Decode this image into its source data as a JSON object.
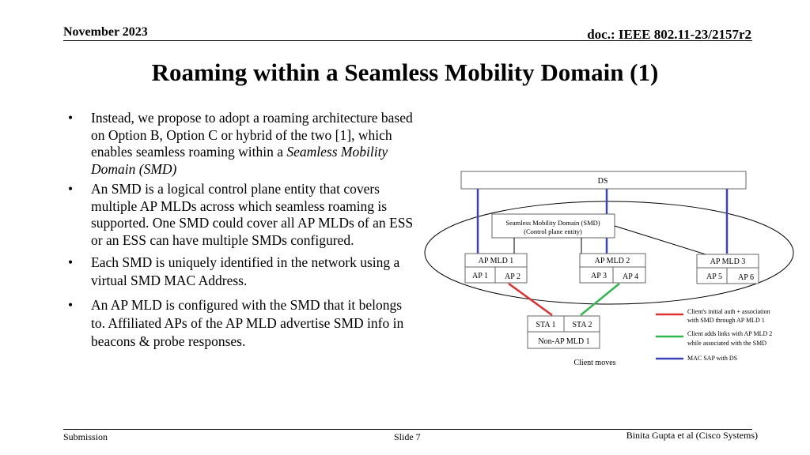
{
  "header": {
    "date": "November 2023",
    "doc": "doc.: IEEE 802.11-23/2157r2"
  },
  "title": "Roaming within a Seamless Mobility Domain (1)",
  "bullets": [
    {
      "text_before": "Instead, we propose to adopt a roaming architecture based on Option B, Option C or hybrid of the two [1], which enables seamless roaming within a ",
      "text_italic": "Seamless Mobility Domain (SMD)"
    },
    {
      "text": "An SMD is a logical control plane entity that covers multiple AP MLDs across which seamless roaming is supported. One SMD could cover all AP MLDs of an ESS or an ESS can have multiple SMDs configured."
    },
    {
      "text": "Each SMD is uniquely identified in the network using a virtual SMD MAC Address."
    },
    {
      "text": "An AP MLD is configured with the SMD that it belongs to. Affiliated APs of the AP MLD advertise SMD info in beacons & probe responses."
    }
  ],
  "diagram": {
    "ds_label": "DS",
    "smd_line1": "Seamless Mobility Domain (SMD)",
    "smd_line2": "(Control plane entity)",
    "ap_mlds": [
      {
        "name": "AP MLD 1",
        "ap_a": "AP 1",
        "ap_b": "AP 2"
      },
      {
        "name": "AP MLD 2",
        "ap_a": "AP 3",
        "ap_b": "AP 4"
      },
      {
        "name": "AP MLD 3",
        "ap_a": "AP 5",
        "ap_b": "AP 6"
      }
    ],
    "sta_a": "STA 1",
    "sta_b": "STA 2",
    "non_ap_mld": "Non-AP MLD 1",
    "client_moves": "Client moves",
    "legend": [
      {
        "color": "#e03030",
        "line1": "Client's initial auth + association",
        "line2": "with SMD through AP MLD 1"
      },
      {
        "color": "#2eb84e",
        "line1": "Client adds links with AP MLD 2",
        "line2": "while associated with the SMD"
      },
      {
        "color": "#3a44b8",
        "line1": "MAC SAP with DS",
        "line2": ""
      }
    ]
  },
  "footer": {
    "left": "Submission",
    "mid": "Slide 7",
    "right": "Binita Gupta et al (Cisco Systems)"
  }
}
